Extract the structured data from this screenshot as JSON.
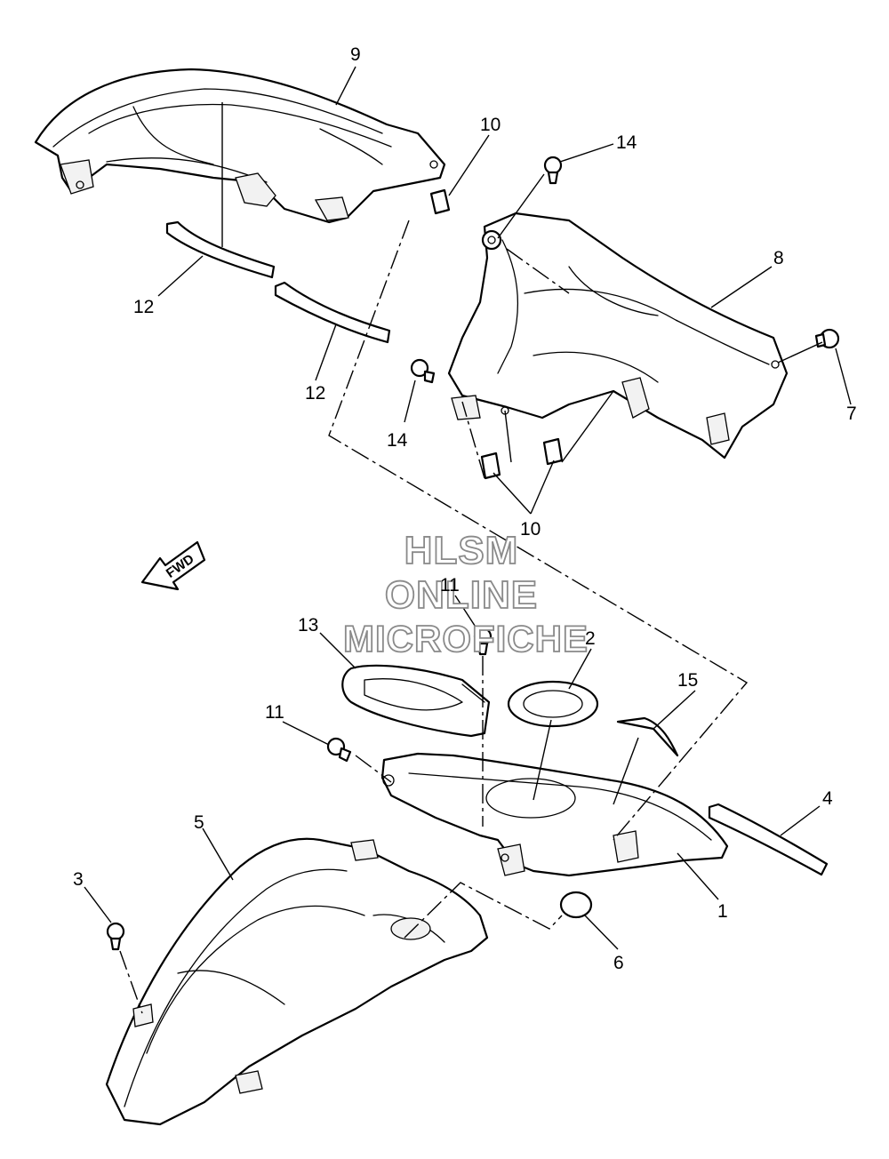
{
  "direction_label": "FWD",
  "watermark": {
    "line1": "HLSM",
    "line2": "ONLINE",
    "line3": "MICROFICHE"
  },
  "callouts": {
    "n1": "1",
    "n2": "2",
    "n3": "3",
    "n4": "4",
    "n5": "5",
    "n6": "6",
    "n7": "7",
    "n8": "8",
    "n9": "9",
    "n10a": "10",
    "n10b": "10",
    "n11a": "11",
    "n11b": "11",
    "n12a": "12",
    "n12b": "12",
    "n13": "13",
    "n14a": "14",
    "n14b": "14",
    "n15": "15"
  }
}
